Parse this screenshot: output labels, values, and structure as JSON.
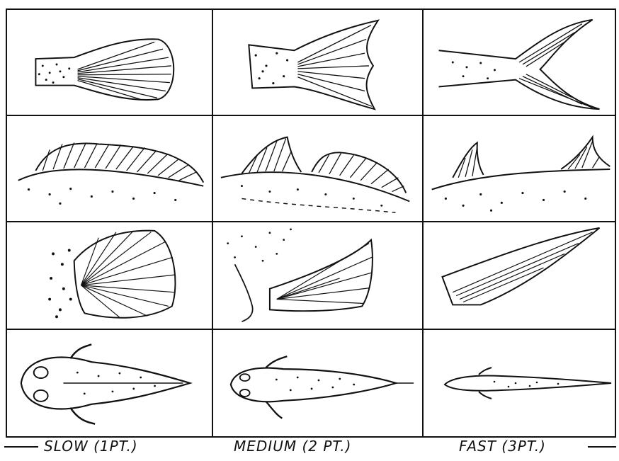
{
  "speed_labels": [
    {
      "text": "SLOW (1PT.)"
    },
    {
      "text": "MEDIUM (2 PT.)"
    },
    {
      "text": "FAST (3PT.)"
    }
  ],
  "rows": [
    "tail-fin",
    "dorsal-fin",
    "pectoral-fin",
    "body-shape"
  ],
  "columns": [
    "slow",
    "medium",
    "fast"
  ]
}
